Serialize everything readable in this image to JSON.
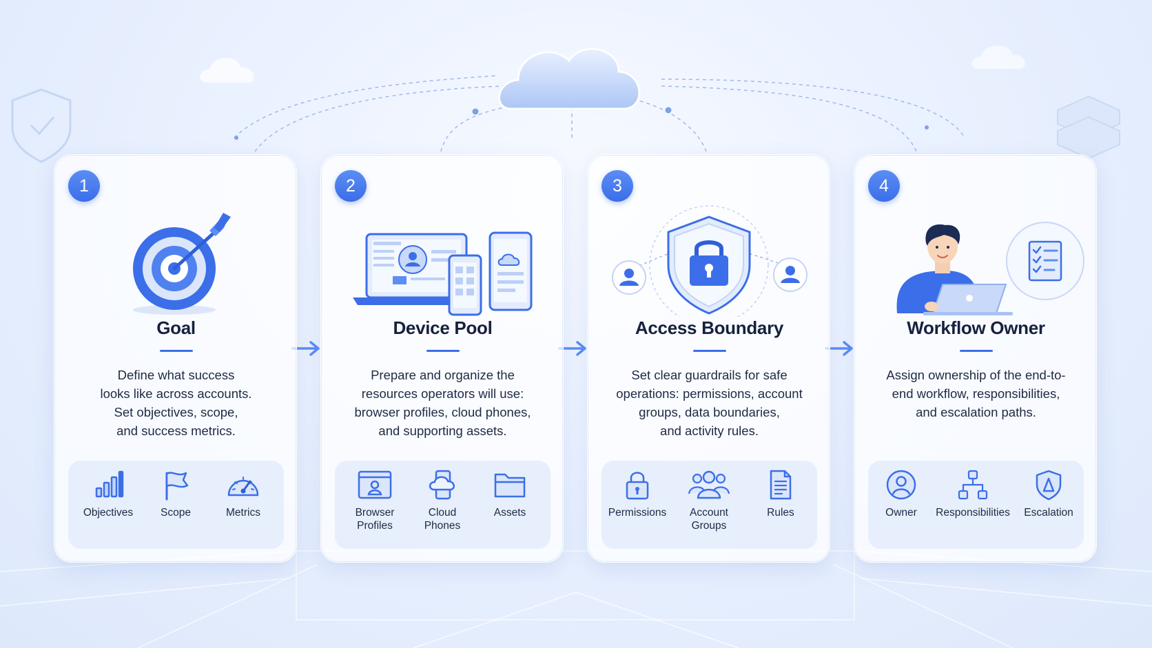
{
  "colors": {
    "accent": "#3b6ee8",
    "accent_light": "#5b8df5",
    "text": "#16213e",
    "tray": "#e4ecfc"
  },
  "steps": [
    {
      "number": "1",
      "title": "Goal",
      "description": [
        "Define what success",
        "looks like across accounts.",
        "Set objectives, scope,",
        "and success metrics."
      ],
      "illustration": "target-arrow-icon",
      "items": [
        {
          "icon": "bar-chart-icon",
          "label": "Objectives"
        },
        {
          "icon": "flag-icon",
          "label": "Scope"
        },
        {
          "icon": "gauge-icon",
          "label": "Metrics"
        }
      ]
    },
    {
      "number": "2",
      "title": "Device Pool",
      "description": [
        "Prepare and organize the",
        "resources operators will use:",
        "browser profiles, cloud phones,",
        "and supporting assets."
      ],
      "illustration": "devices-icon",
      "items": [
        {
          "icon": "browser-profile-icon",
          "label": "Browser Profiles"
        },
        {
          "icon": "cloud-phone-icon",
          "label": "Cloud Phones"
        },
        {
          "icon": "folder-icon",
          "label": "Assets"
        }
      ]
    },
    {
      "number": "3",
      "title": "Access Boundary",
      "description": [
        "Set clear guardrails for safe",
        "operations: permissions, account",
        "groups, data boundaries,",
        "and activity rules."
      ],
      "illustration": "shield-lock-icon",
      "items": [
        {
          "icon": "lock-icon",
          "label": "Permissions"
        },
        {
          "icon": "user-group-icon",
          "label": "Account Groups"
        },
        {
          "icon": "document-icon",
          "label": "Rules"
        }
      ]
    },
    {
      "number": "4",
      "title": "Workflow Owner",
      "description": [
        "Assign ownership of the end-to-",
        "end workflow, responsibilities,",
        "and escalation paths."
      ],
      "illustration": "person-laptop-icon",
      "items": [
        {
          "icon": "user-circle-icon",
          "label": "Owner"
        },
        {
          "icon": "hierarchy-icon",
          "label": "Responsibilities"
        },
        {
          "icon": "escalation-shield-icon",
          "label": "Escalation"
        }
      ]
    }
  ]
}
